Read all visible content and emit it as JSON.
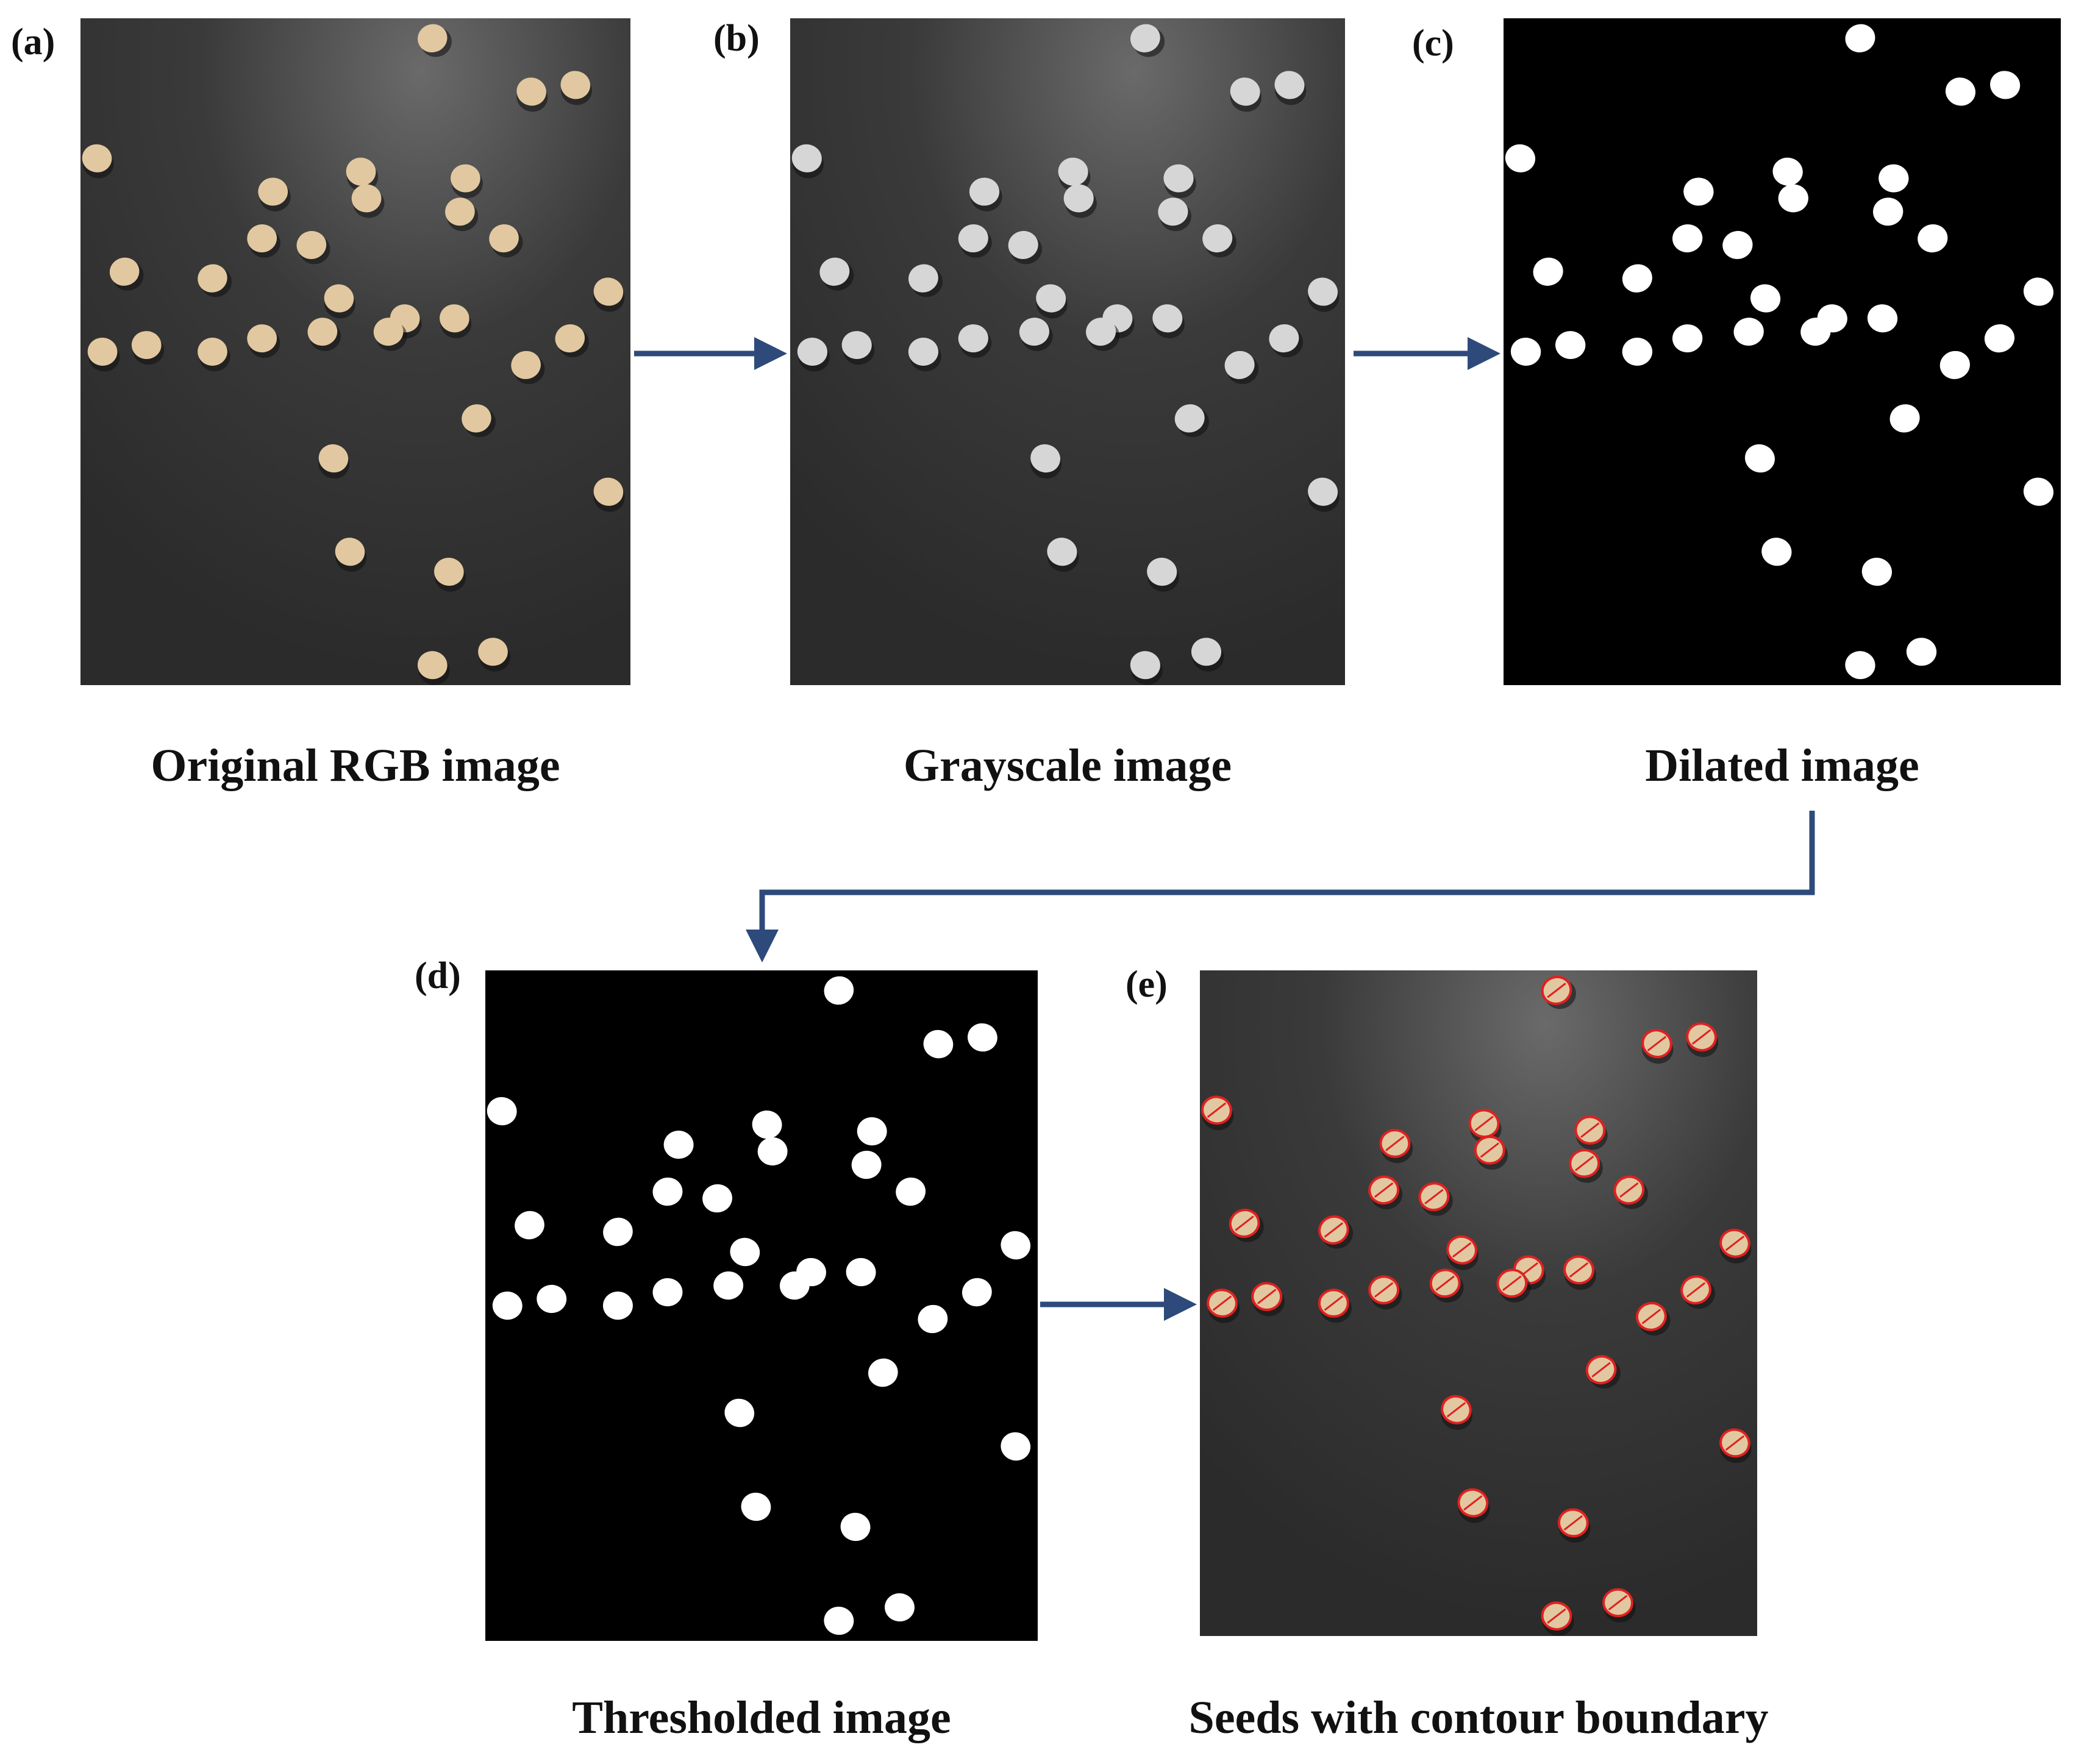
{
  "panels": [
    {
      "id": "a",
      "letter": "(a)",
      "caption": "Original RGB image",
      "style": "rgb"
    },
    {
      "id": "b",
      "letter": "(b)",
      "caption": "Grayscale  image",
      "style": "gray"
    },
    {
      "id": "c",
      "letter": "(c)",
      "caption": "Dilated image",
      "style": "binary"
    },
    {
      "id": "d",
      "letter": "(d)",
      "caption": "Thresholded  image",
      "style": "binary"
    },
    {
      "id": "e",
      "letter": "(e)",
      "caption": "Seeds with contour boundary",
      "style": "contour"
    }
  ],
  "colors": {
    "arrow": "#2d4a7a",
    "seed_rgb": "#e2c8a0",
    "seed_gray": "#d6d6d6",
    "seed_binary": "#ffffff",
    "contour": "#e02020",
    "background_dark": "#2b2b2b",
    "background_black": "#000000"
  }
}
